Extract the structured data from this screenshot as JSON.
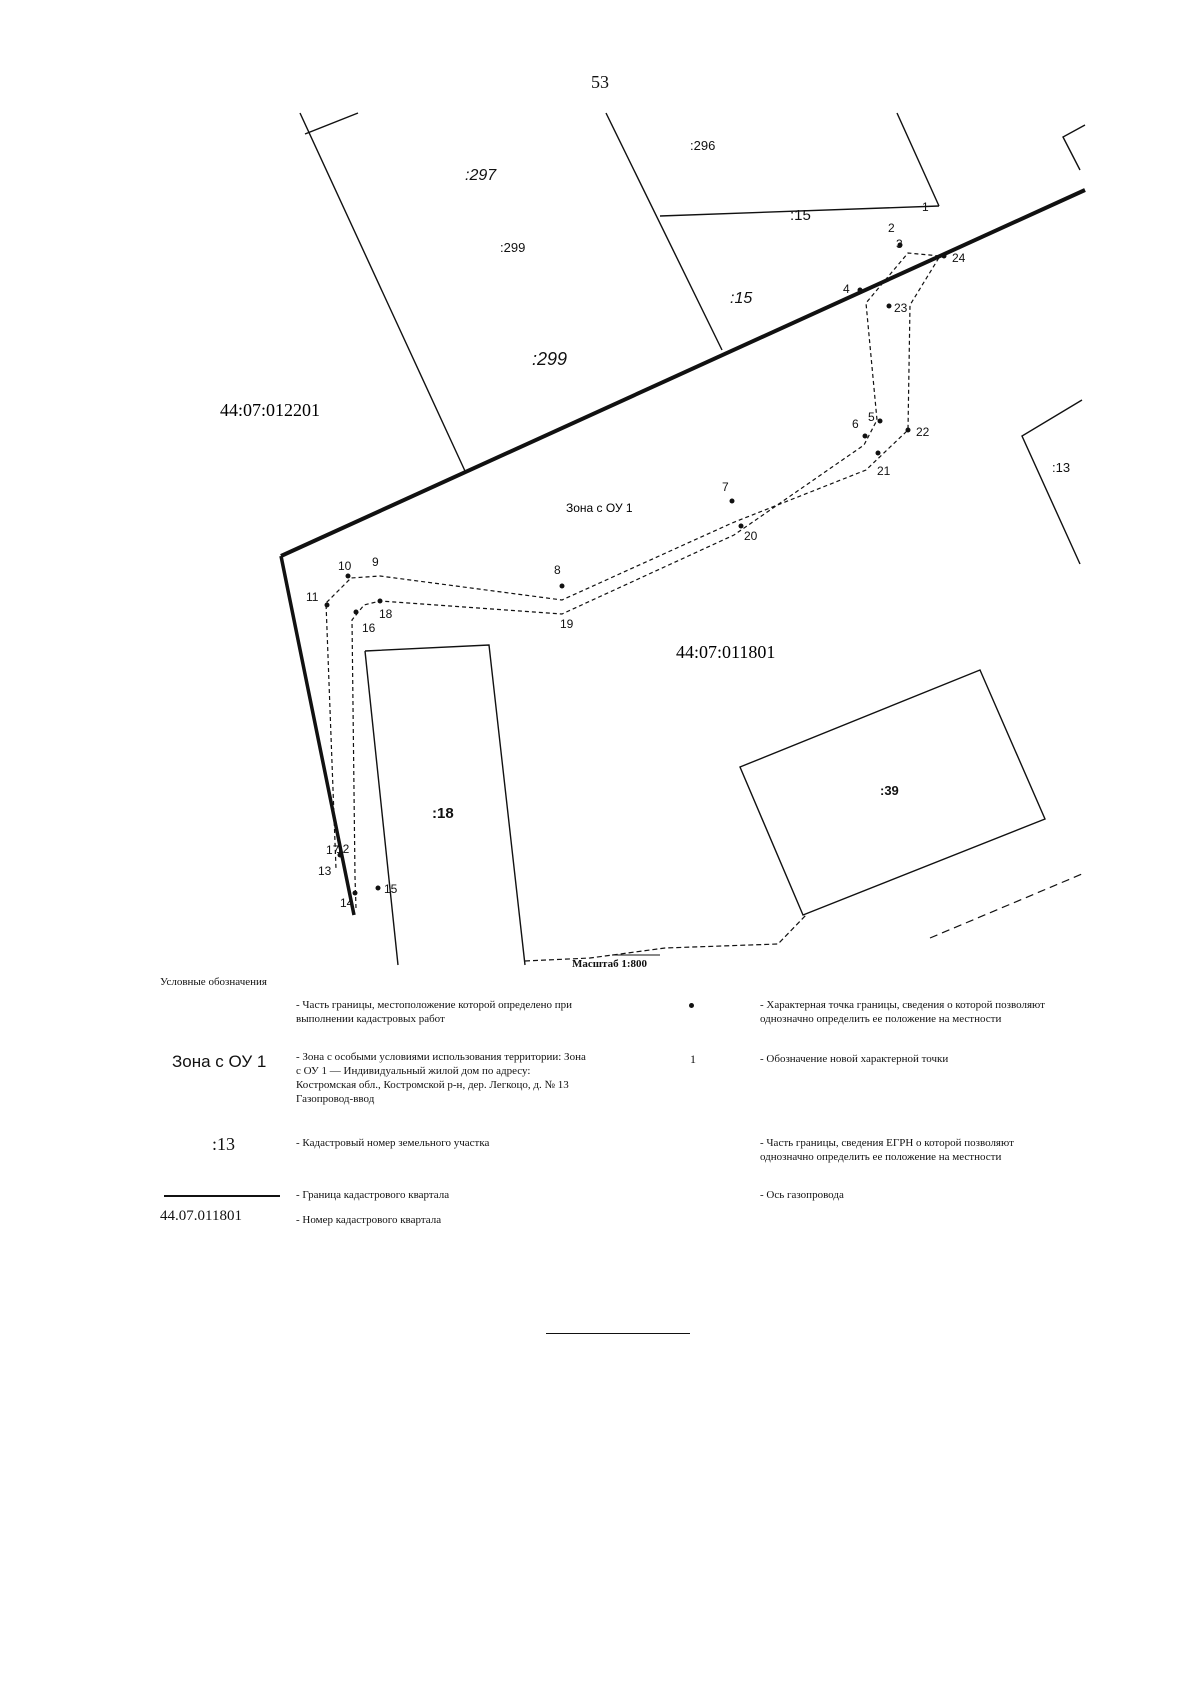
{
  "page_number": "53",
  "map": {
    "parcels": {
      "p_297": ":297",
      "p_299_center": ":299",
      "p_299_lower": ":299",
      "p_296": ":296",
      "p_15": ":15",
      "p_15_lower": ":15",
      "p_13": ":13",
      "p_18": ":18",
      "p_39": ":39"
    },
    "quarters": {
      "q_left": "44:07:012201",
      "q_right": "44:07:011801"
    },
    "zone_label": "Зона с ОУ 1",
    "point_labels": [
      "1",
      "2",
      "3",
      "4",
      "5",
      "6",
      "7",
      "8",
      "9",
      "10",
      "11",
      "12",
      "13",
      "14",
      "15",
      "16",
      "17",
      "18",
      "19",
      "20",
      "21",
      "22",
      "23",
      "24"
    ],
    "scale": "Масштаб 1:800"
  },
  "legend": {
    "title": "Условные обозначения",
    "items": {
      "boundary_defined": "- Часть границы, местоположение которой определено при выполнении кадастровых работ",
      "zone_symbol": "Зона с ОУ 1",
      "zone_text": "- Зона с особыми условиями использования территории: Зона с ОУ 1 — Индивидуальный жилой дом по адресу: Костромская обл., Костромской р-н, дер. Легкоцо, д. № 13 Газопровод-ввод",
      "parcel_number_symbol": ":13",
      "parcel_number_text": "- Кадастровый номер земельного участка",
      "quarter_boundary_text": "- Граница кадастрового квартала",
      "quarter_number_symbol": "44.07.011801",
      "quarter_number_text": "- Номер кадастрового квартала",
      "characteristic_point_text": "- Характерная точка границы, сведения о которой позволяют однозначно определить ее положение на местности",
      "new_point_symbol": "1",
      "new_point_text": "- Обозначение новой характерной точки",
      "egrn_boundary_text": "- Часть границы, сведения ЕГРН о которой позволяют однозначно определить ее положение на местности",
      "gas_axis_text": "- Ось газопровода"
    }
  }
}
